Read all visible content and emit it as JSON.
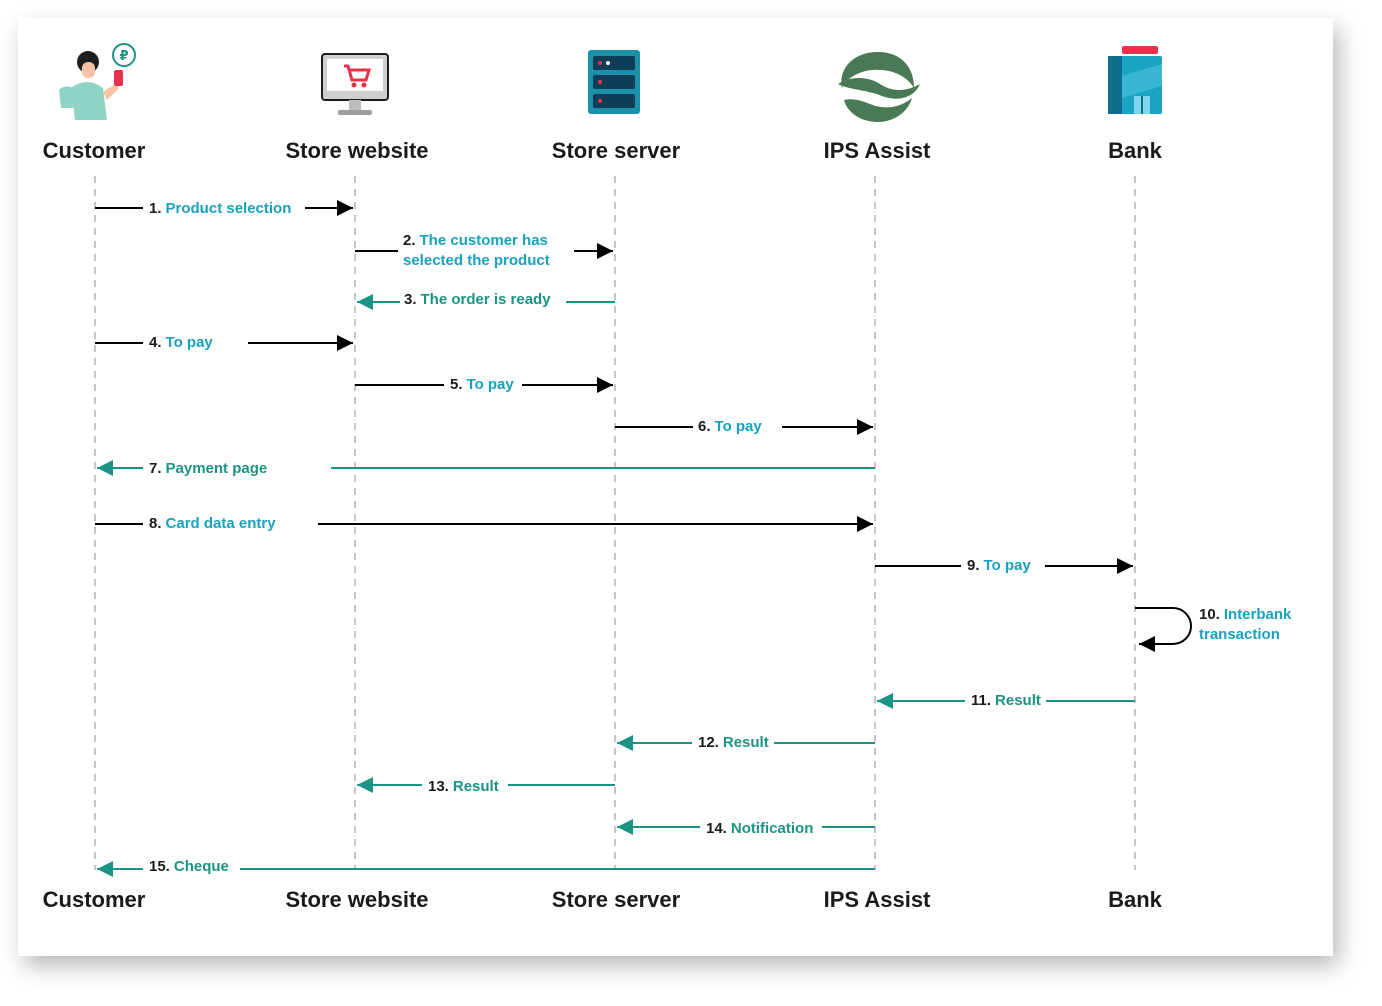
{
  "colors": {
    "request": "#000000",
    "response": "#1b9486",
    "request_text": "#17a2bd",
    "response_text": "#1b9486",
    "lifeline": "#b4b4b4"
  },
  "actors": [
    {
      "id": "customer",
      "label": "Customer",
      "icon": "customer-person-icon"
    },
    {
      "id": "website",
      "label": "Store website",
      "icon": "monitor-cart-icon"
    },
    {
      "id": "server",
      "label": "Store server",
      "icon": "server-rack-icon"
    },
    {
      "id": "ips",
      "label": "IPS Assist",
      "icon": "ips-assist-logo-icon"
    },
    {
      "id": "bank",
      "label": "Bank",
      "icon": "bank-building-icon"
    }
  ],
  "messages": [
    {
      "num": "1.",
      "lines": [
        "Product selection"
      ],
      "from": "customer",
      "to": "website",
      "kind": "request"
    },
    {
      "num": "2.",
      "lines": [
        "The customer has",
        "selected the product"
      ],
      "from": "website",
      "to": "server",
      "kind": "request"
    },
    {
      "num": "3.",
      "lines": [
        "The order is ready"
      ],
      "from": "server",
      "to": "website",
      "kind": "response"
    },
    {
      "num": "4.",
      "lines": [
        "To pay"
      ],
      "from": "customer",
      "to": "website",
      "kind": "request"
    },
    {
      "num": "5.",
      "lines": [
        "To pay"
      ],
      "from": "website",
      "to": "server",
      "kind": "request"
    },
    {
      "num": "6.",
      "lines": [
        "To pay"
      ],
      "from": "server",
      "to": "ips",
      "kind": "request"
    },
    {
      "num": "7.",
      "lines": [
        "Payment page"
      ],
      "from": "ips",
      "to": "customer",
      "kind": "response"
    },
    {
      "num": "8.",
      "lines": [
        "Card data entry"
      ],
      "from": "customer",
      "to": "ips",
      "kind": "request"
    },
    {
      "num": "9.",
      "lines": [
        "To pay"
      ],
      "from": "ips",
      "to": "bank",
      "kind": "request"
    },
    {
      "num": "10.",
      "lines": [
        "Interbank",
        "transaction"
      ],
      "from": "bank",
      "to": "bank",
      "kind": "self"
    },
    {
      "num": "11.",
      "lines": [
        "Result"
      ],
      "from": "bank",
      "to": "ips",
      "kind": "response"
    },
    {
      "num": "12.",
      "lines": [
        "Result"
      ],
      "from": "ips",
      "to": "server",
      "kind": "response"
    },
    {
      "num": "13.",
      "lines": [
        "Result"
      ],
      "from": "server",
      "to": "website",
      "kind": "response"
    },
    {
      "num": "14.",
      "lines": [
        "Notification"
      ],
      "from": "ips",
      "to": "server",
      "kind": "response"
    },
    {
      "num": "15.",
      "lines": [
        "Cheque"
      ],
      "from": "ips",
      "to": "customer",
      "kind": "response"
    }
  ]
}
